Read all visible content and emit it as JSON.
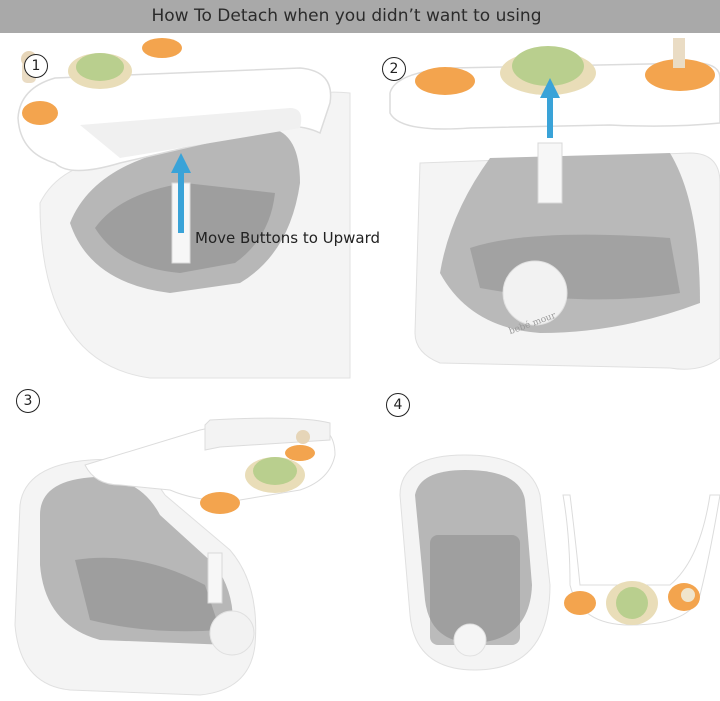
{
  "banner": {
    "title": "How To Detach when you didn’t want to using"
  },
  "steps": [
    {
      "number": "1",
      "callout": "Move Buttons to Upward"
    },
    {
      "number": "2"
    },
    {
      "number": "3"
    },
    {
      "number": "4"
    }
  ],
  "logo": {
    "text": "bebé mour"
  },
  "colors": {
    "banner": "#a9a9a9",
    "arrow": "#3aa3d8",
    "orange": "#f3a44e",
    "green": "#b9cf8e",
    "gray": "#b9b9b9",
    "white": "#ffffff"
  }
}
